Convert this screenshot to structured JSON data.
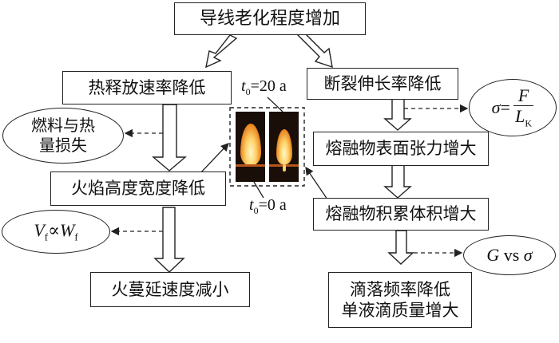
{
  "top_node": {
    "label": "导线老化程度增加"
  },
  "left_branch": {
    "node1": {
      "label": "热释放速率降低"
    },
    "node2": {
      "label": "火焰高度宽度降低"
    },
    "node3": {
      "label": "火蔓延速度减小"
    },
    "side1": {
      "line1": "燃料与热",
      "line2": "量损失"
    },
    "side2": {
      "v": "V",
      "v_sub": "f",
      "op": "∝",
      "w": "W",
      "w_sub": "f"
    }
  },
  "right_branch": {
    "node1": {
      "label": "断裂伸长率降低"
    },
    "node2": {
      "label": "熔融物表面张力增大"
    },
    "node3": {
      "label": "熔融物积累体积增大"
    },
    "node4": {
      "line1": "滴落频率降低",
      "line2": "单液滴质量增大"
    },
    "side1": {
      "sigma": "σ",
      "eq": "=",
      "num": "F",
      "den": "L",
      "den_sub": "K"
    },
    "side2": {
      "g": "G",
      "vs": "vs",
      "sigma": "σ"
    }
  },
  "photos": {
    "label_top": {
      "t": "t",
      "sub": "0",
      "value": "=20 a"
    },
    "label_bottom": {
      "t": "t",
      "sub": "0",
      "value": "=0 a"
    }
  },
  "colors": {
    "line": "#222222",
    "photo_bg": "#1a0f08",
    "flame_core": "#ffe9a0",
    "flame_outer": "#e8821e"
  }
}
